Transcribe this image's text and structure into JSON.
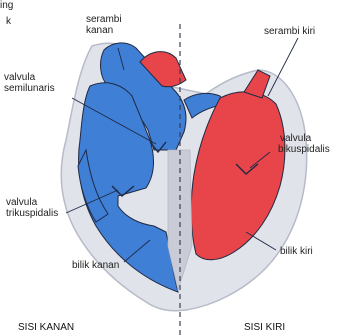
{
  "colors": {
    "oxygen_poor": "#3f7fd6",
    "oxygen_rich": "#e8454a",
    "outline": "#1f2a44",
    "septum": "#c9ccd6"
  },
  "corner_text": [
    "ing",
    "k"
  ],
  "labels": {
    "serambi_kanan": [
      "serambi",
      "kanan"
    ],
    "serambi_kiri": "serambi kiri",
    "valvula_semilunaris": [
      "valvula",
      "semilunaris"
    ],
    "valvula_bikuspidalis": [
      "valvula",
      "bikuspidalis"
    ],
    "valvula_trikuspidalis": [
      "valvula",
      "trikuspidalis"
    ],
    "bilik_kanan": "bilik kanan",
    "bilik_kiri": "bilik kiri"
  },
  "sides": {
    "right": "SISI KANAN",
    "left": "SISI KIRI"
  }
}
